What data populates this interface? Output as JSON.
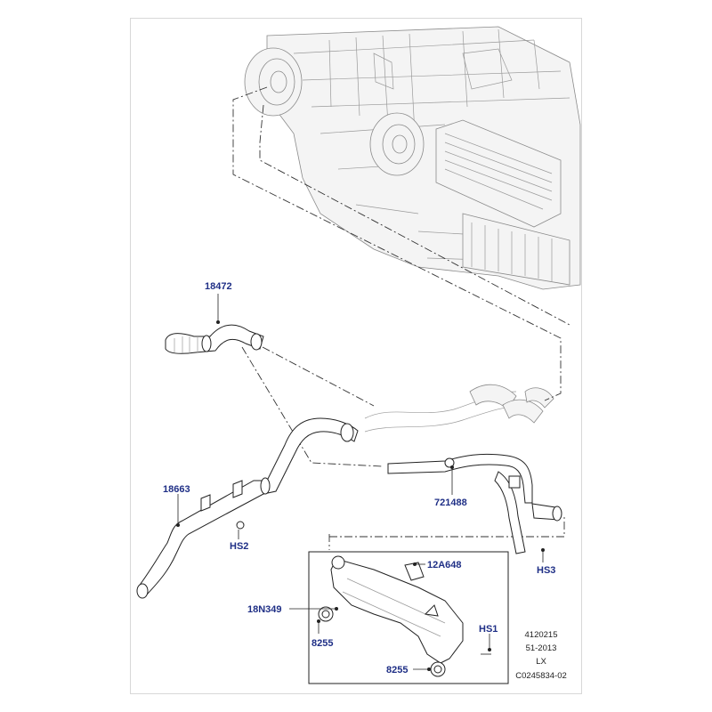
{
  "callouts": {
    "c18472": "18472",
    "c18663": "18663",
    "hs2": "HS2",
    "c721488": "721488",
    "hs3": "HS3",
    "c12a648": "12A648",
    "c18n349": "18N349",
    "c8255_a": "8255",
    "hs1": "HS1",
    "c8255_b": "8255"
  },
  "reference": {
    "line1": "4120215",
    "line2": "51-2013",
    "line3": "LX",
    "line4": "C0245834-02"
  },
  "colors": {
    "callout": "#1f2f86",
    "line": "#222222",
    "faint": "#8a8a8a"
  }
}
